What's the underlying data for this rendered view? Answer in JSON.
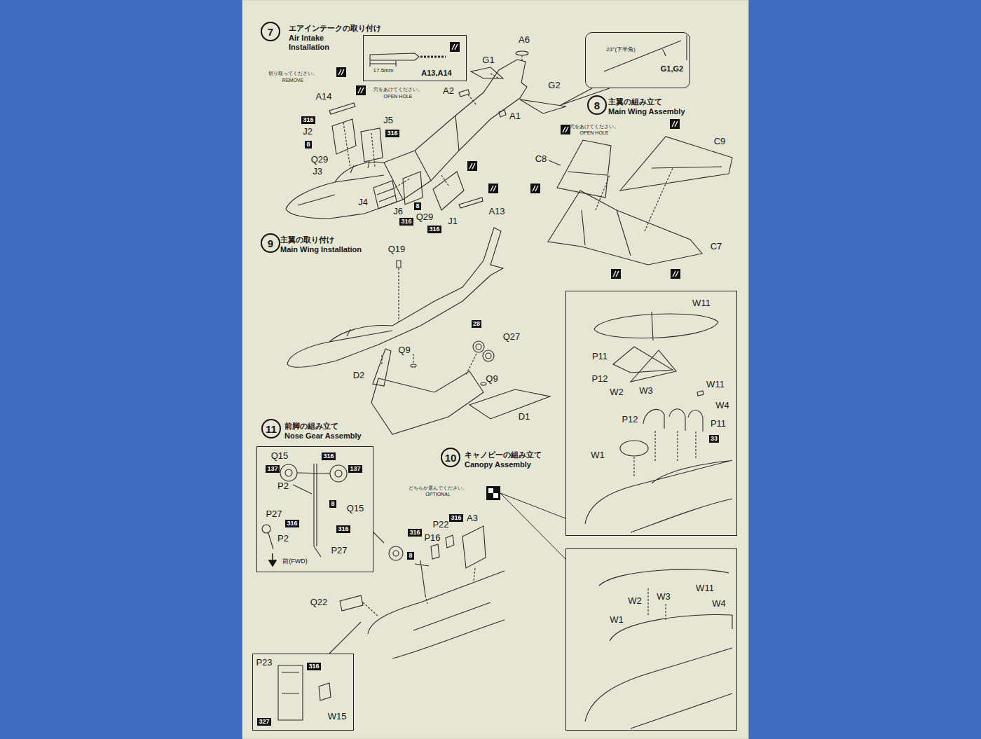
{
  "diagram": {
    "nodes": [
      {
        "text": [
          "7",
          "エアインテークの取り付け",
          "Air Intake Installation"
        ]
      },
      {
        "text": [
          "17.5mm",
          "A13,A14"
        ]
      },
      {
        "text": [
          "316"
        ]
      },
      {
        "text": [
          "316"
        ]
      },
      {
        "text": [
          "8"
        ]
      },
      {
        "text": [
          "8"
        ]
      },
      {
        "text": [
          "316"
        ]
      },
      {
        "text": [
          "316"
        ]
      },
      {
        "text": [
          "23°(下半角)",
          "G1,G2"
        ]
      },
      {
        "text": [
          "8",
          "主翼の組み立て",
          "Main Wing Assembly"
        ]
      },
      {
        "text": [
          "9",
          "主翼の取り付け",
          "Main Wing Installation"
        ]
      },
      {
        "text": [
          "28"
        ]
      },
      {
        "text": [
          "W11",
          "P11",
          "P12",
          "W11",
          "W2",
          "W3",
          "W4",
          "P12",
          "P11",
          "W1"
        ]
      },
      {
        "text": [
          "33"
        ],
        "in": 12
      },
      {
        "text": [
          "11",
          "前脚の組み立て",
          "Nose Gear Assembly"
        ]
      },
      {
        "text": [
          "Q15",
          "P2",
          "P27",
          "P2",
          "Q15",
          "P27",
          "前(FWD)"
        ]
      },
      {
        "text": [
          "137"
        ],
        "in": 15
      },
      {
        "text": [
          "316"
        ],
        "in": 15
      },
      {
        "text": [
          "137"
        ],
        "in": 15
      },
      {
        "text": [
          "8"
        ],
        "in": 15
      },
      {
        "text": [
          "316"
        ],
        "in": 15
      },
      {
        "text": [
          "316"
        ],
        "in": 15
      },
      {
        "text": [
          "10",
          "キャノピーの組み立て",
          "Canopy Assembly"
        ]
      },
      {
        "text": [
          "どちらか選んでください。",
          "OPTIONAL"
        ]
      },
      {
        "text": [
          "316"
        ]
      },
      {
        "text": [
          "8"
        ]
      },
      {
        "text": [
          "316"
        ]
      },
      {
        "text": [
          "W11",
          "W2",
          "W3",
          "W4",
          "W1"
        ]
      },
      {
        "text": [
          "P23",
          "W15"
        ]
      },
      {
        "text": [
          "316"
        ],
        "in": 28
      },
      {
        "text": [
          "327"
        ],
        "in": 28
      }
    ],
    "edges": [
      {
        "from": 23,
        "to": 12,
        "arrow": "none"
      },
      {
        "from": 23,
        "to": 27,
        "arrow": "none"
      }
    ],
    "labels": [
      "A6",
      "G1",
      "A2",
      "G2",
      "A1",
      "切り取ってください。",
      "REMOVE",
      "A14",
      "穴をあけてください。",
      "OPEN HOLE",
      "J2",
      "J5",
      "Q29",
      "J3",
      "J4",
      "J6",
      "Q29",
      "J1",
      "A13",
      "穴をあけてください。",
      "OPEN HOLE",
      "C9",
      "C8",
      "C7",
      "Q19",
      "Q9",
      "Q27",
      "D2",
      "Q9",
      "D1",
      "P16",
      "P22",
      "A3",
      "Q22"
    ]
  }
}
